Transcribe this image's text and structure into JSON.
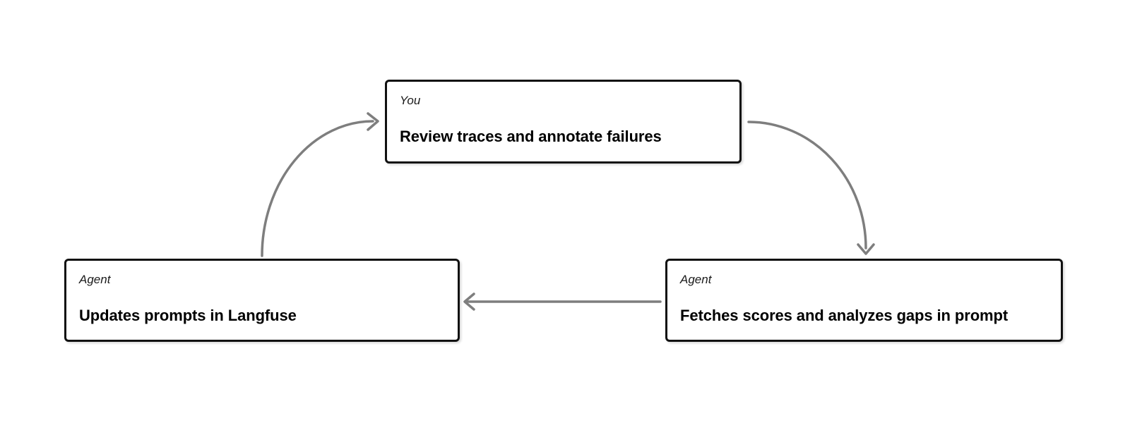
{
  "colors": {
    "bg": "#ffffff",
    "box-fill": "#ffffff",
    "box-border": "#111111",
    "arrow": "#7e7e7e",
    "actor-text": "#1a1a1a",
    "title-text": "#000000"
  },
  "nodes": [
    {
      "actor": "You",
      "title": "Review traces and annotate failures"
    },
    {
      "actor": "Agent",
      "title": "Fetches scores and analyzes gaps in prompt"
    },
    {
      "actor": "Agent",
      "title": "Updates prompts in Langfuse"
    }
  ],
  "arrows": [
    {
      "from": "Review traces and annotate failures",
      "to": "Fetches scores and analyzes gaps in prompt"
    },
    {
      "from": "Fetches scores and analyzes gaps in prompt",
      "to": "Updates prompts in Langfuse"
    },
    {
      "from": "Updates prompts in Langfuse",
      "to": "Review traces and annotate failures"
    }
  ]
}
